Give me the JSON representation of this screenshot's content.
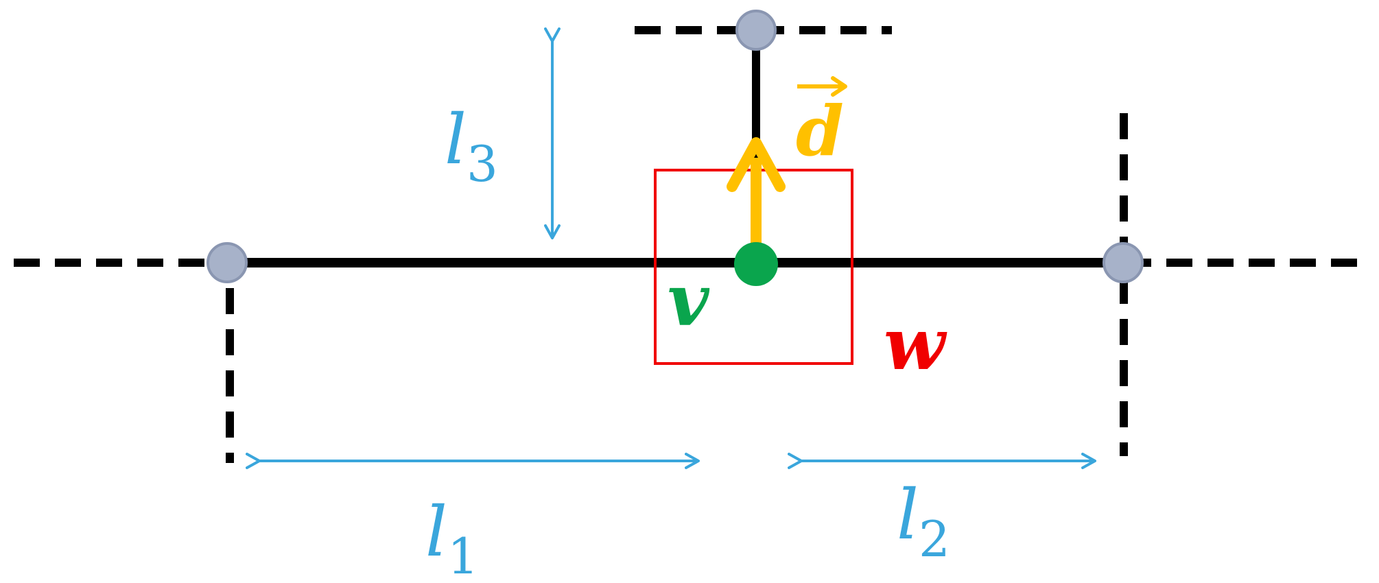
{
  "labels": {
    "l1": {
      "base": "l",
      "sub": "1"
    },
    "l2": {
      "base": "l",
      "sub": "2"
    },
    "l3": {
      "base": "l",
      "sub": "3"
    },
    "v": "v",
    "w": "w",
    "d": "d"
  },
  "colors": {
    "road": "#000000",
    "node": "#a7b2c9",
    "node_stroke": "#8a96b1",
    "vehicle": "#0aa54d",
    "window": "#f00000",
    "direction": "#ffc000",
    "dimension": "#3aa6dc"
  }
}
